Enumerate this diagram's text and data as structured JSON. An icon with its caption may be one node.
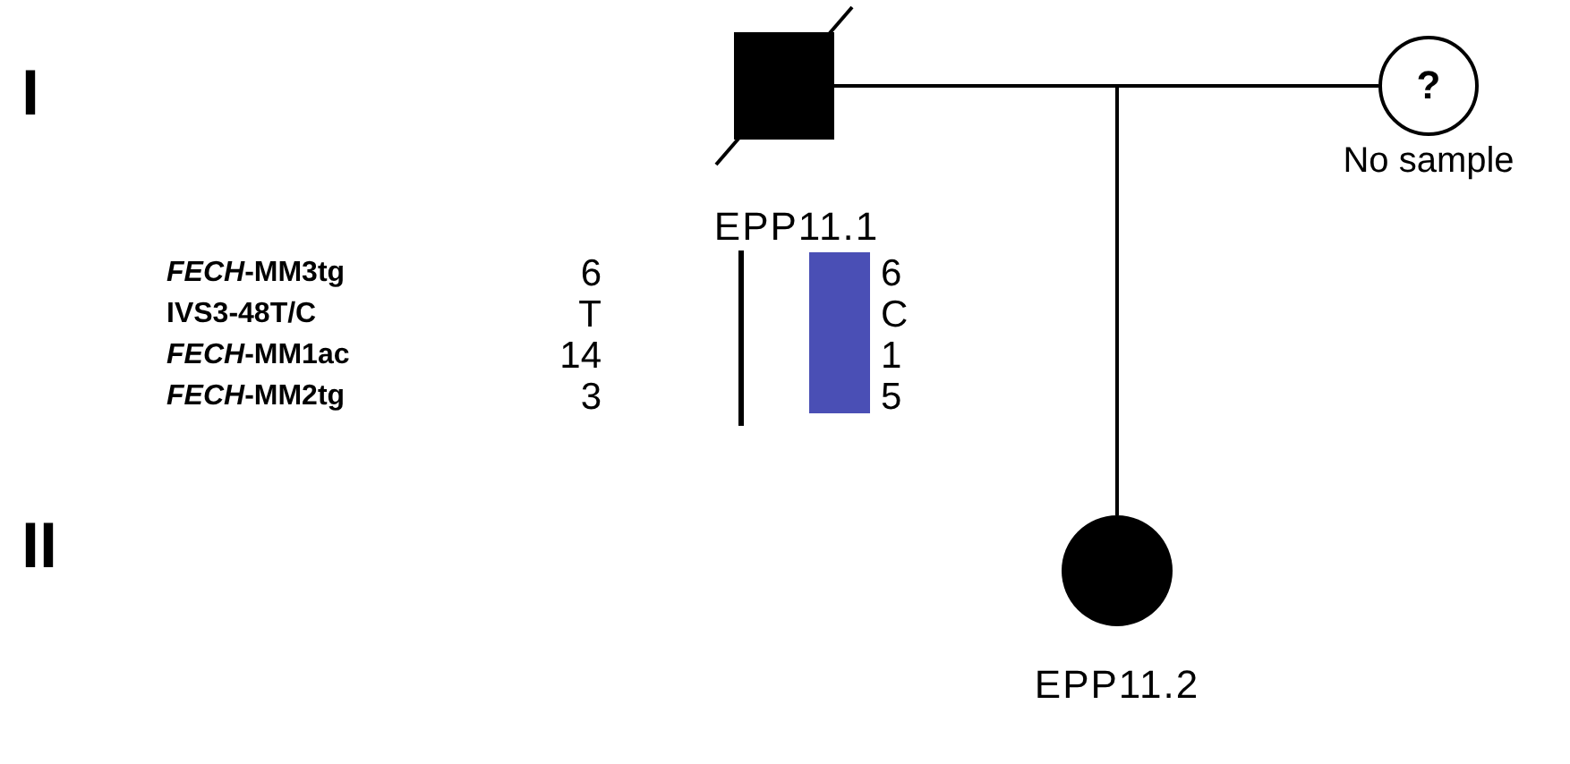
{
  "diagram": {
    "nodes": [
      {
        "text": [],
        "shape": "box",
        "beside": [
          "EPP11.1"
        ]
      },
      {
        "text": [
          "?"
        ],
        "beside": [
          "No sample"
        ]
      },
      {
        "text": [],
        "shape": "circle",
        "beside": [
          "EPP11.2"
        ]
      }
    ],
    "edges": [
      {
        "from": 0,
        "to": 1,
        "arrow": "none"
      },
      {
        "from": 0,
        "to": 2,
        "arrow": "none"
      },
      {
        "from": 1,
        "to": 2,
        "arrow": "none"
      }
    ],
    "labels": [
      "I",
      "*FECH*-MM3tg",
      "6",
      "6",
      "IVS3-48T/C",
      "T",
      "C",
      "*FECH*-MM1ac",
      "14",
      "1",
      "*FECH*-MM2tg",
      "3",
      "5",
      "II"
    ]
  }
}
